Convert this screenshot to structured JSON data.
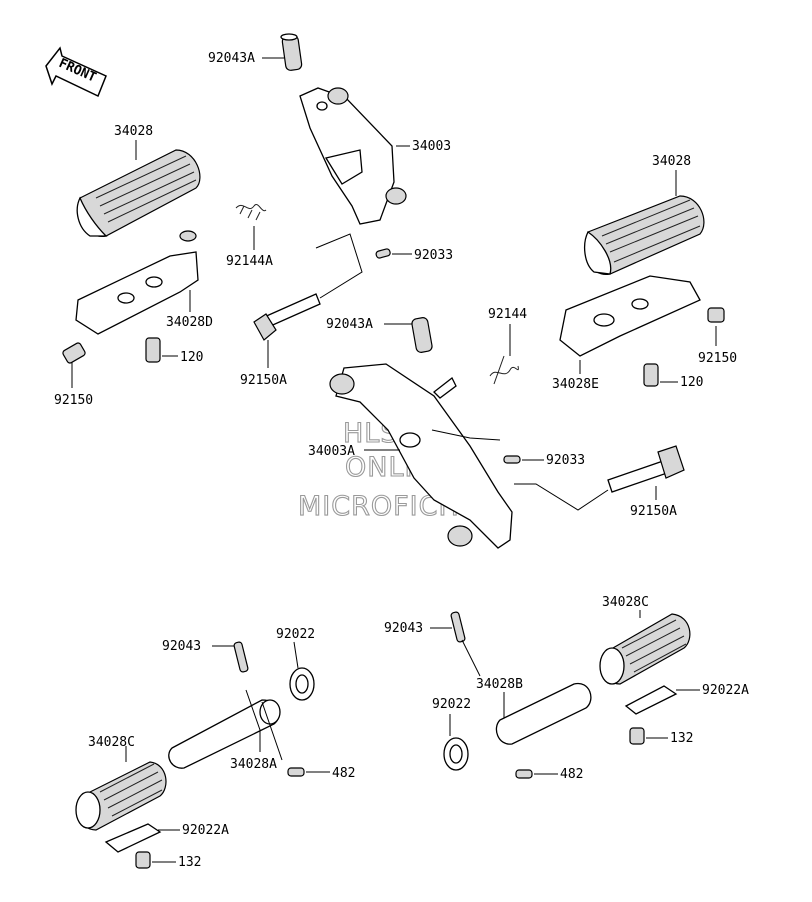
{
  "orientation_label": "FRONT",
  "watermark": [
    "HLSM'S",
    "ONLINE",
    "MICROFICHE"
  ],
  "parts": [
    {
      "id": "92043A_top",
      "label": "92043A"
    },
    {
      "id": "34003",
      "label": "34003"
    },
    {
      "id": "34028_left",
      "label": "34028"
    },
    {
      "id": "92144A",
      "label": "92144A"
    },
    {
      "id": "92033_top",
      "label": "92033"
    },
    {
      "id": "34028_right",
      "label": "34028"
    },
    {
      "id": "34028D",
      "label": "34028D"
    },
    {
      "id": "120_left",
      "label": "120"
    },
    {
      "id": "92150_left",
      "label": "92150"
    },
    {
      "id": "92150A_left",
      "label": "92150A"
    },
    {
      "id": "92043A_mid",
      "label": "92043A"
    },
    {
      "id": "92144",
      "label": "92144"
    },
    {
      "id": "92150_right",
      "label": "92150"
    },
    {
      "id": "34028E",
      "label": "34028E"
    },
    {
      "id": "120_right",
      "label": "120"
    },
    {
      "id": "34003A",
      "label": "34003A"
    },
    {
      "id": "92033_mid",
      "label": "92033"
    },
    {
      "id": "92150A_right",
      "label": "92150A"
    },
    {
      "id": "92043_left",
      "label": "92043"
    },
    {
      "id": "92022_left",
      "label": "92022"
    },
    {
      "id": "34028C_left",
      "label": "34028C"
    },
    {
      "id": "34028A",
      "label": "34028A"
    },
    {
      "id": "482_left",
      "label": "482"
    },
    {
      "id": "92022A_left",
      "label": "92022A"
    },
    {
      "id": "132_left",
      "label": "132"
    },
    {
      "id": "92043_right",
      "label": "92043"
    },
    {
      "id": "34028B",
      "label": "34028B"
    },
    {
      "id": "92022_right",
      "label": "92022"
    },
    {
      "id": "34028C_right",
      "label": "34028C"
    },
    {
      "id": "92022A_right",
      "label": "92022A"
    },
    {
      "id": "132_right",
      "label": "132"
    },
    {
      "id": "482_right",
      "label": "482"
    }
  ]
}
